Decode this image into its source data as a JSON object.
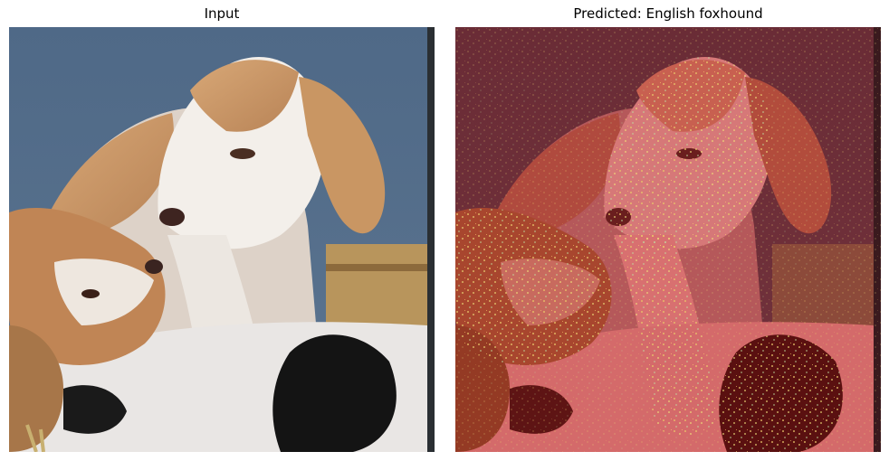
{
  "panels": [
    {
      "title": "Input",
      "image": "photo of two beagle puppies"
    },
    {
      "title": "Predicted: English foxhound",
      "image": "same photo with red saliency heatmap overlay"
    }
  ],
  "colors": {
    "background": "#ffffff",
    "heatmap_tint": "#8a1c1c",
    "heatmap_hot": "#f2e36a"
  }
}
